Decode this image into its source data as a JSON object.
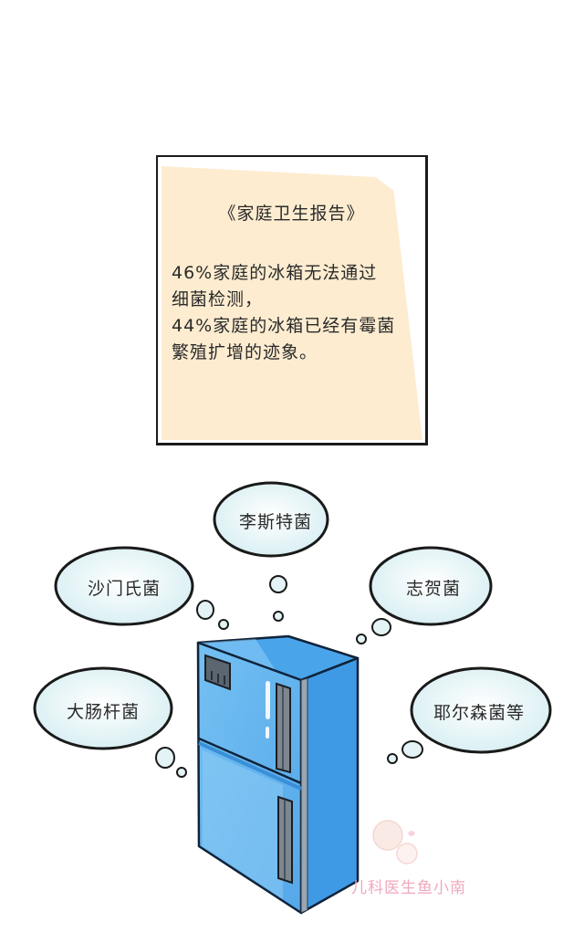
{
  "report": {
    "title": "《家庭卫生报告》",
    "lines": [
      "46%家庭的冰箱无法通过",
      "细菌检测，",
      "44%家庭的冰箱已经有霉菌",
      "繁殖扩增的迹象。"
    ]
  },
  "bubbles": [
    {
      "label": "李斯特菌"
    },
    {
      "label": "沙门氏菌"
    },
    {
      "label": "志贺菌"
    },
    {
      "label": "大肠杆菌"
    },
    {
      "label": "耶尔森菌等"
    }
  ],
  "watermark": {
    "text": "儿科医生鱼小南"
  },
  "colors": {
    "note_paper": "#fdecd0",
    "bubble_fill": "#e4f3f5",
    "fridge_front": "#5fb0ec",
    "fridge_side": "#3f9ae6",
    "fridge_top": "#4aa4ea",
    "watermark": "#f0a8bd"
  }
}
